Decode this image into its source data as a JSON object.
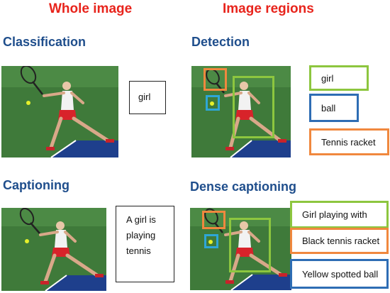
{
  "headers": {
    "whole_image": "Whole image",
    "image_regions": "Image regions"
  },
  "tasks": {
    "classification": {
      "title": "Classification",
      "output": "girl"
    },
    "detection": {
      "title": "Detection",
      "labels": [
        "girl",
        "ball",
        "Tennis racket"
      ]
    },
    "captioning": {
      "title": "Captioning",
      "caption_lines": [
        "A girl is",
        "playing",
        "tennis"
      ]
    },
    "dense_captioning": {
      "title": "Dense captioning",
      "captions": [
        "Girl playing with",
        "Black tennis racket",
        "Yellow spotted ball"
      ]
    }
  },
  "colors": {
    "header": "#e8241c",
    "title": "#1f4e8c",
    "girl_box": "#8dc63f",
    "ball_box": "#2e6db4",
    "racket_box": "#f0883e"
  }
}
